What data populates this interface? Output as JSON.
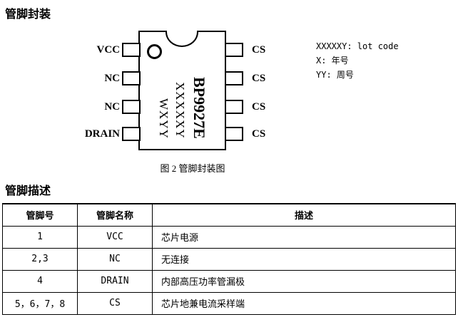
{
  "page": {
    "section1_title": "管脚封装",
    "section2_title": "管脚描述",
    "figure_caption": "图 2 管脚封装图"
  },
  "chip": {
    "part_number": "BP9927E",
    "marking_lot": "XXXXXY",
    "marking_date": "WXYY",
    "left_pins": [
      "VCC",
      "NC",
      "NC",
      "DRAIN"
    ],
    "right_pins": [
      "CS",
      "CS",
      "CS",
      "CS"
    ]
  },
  "legend": {
    "lines": [
      "XXXXXY: lot code",
      "X: 年号",
      "YY: 周号"
    ]
  },
  "pin_table": {
    "headers": [
      "管脚号",
      "管脚名称",
      "描述"
    ],
    "rows": [
      [
        "1",
        "VCC",
        "芯片电源"
      ],
      [
        "2,3",
        "NC",
        "无连接"
      ],
      [
        "4",
        "DRAIN",
        "内部高压功率管漏极"
      ],
      [
        "5，6，7，8",
        "CS",
        "芯片地兼电流采样端"
      ]
    ]
  },
  "colors": {
    "text": "#000000",
    "border": "#000000",
    "background": "#ffffff"
  }
}
